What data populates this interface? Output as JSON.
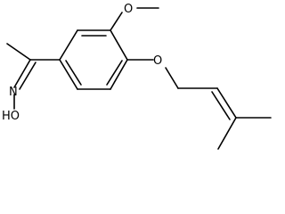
{
  "molecule": {
    "atoms": {
      "O_methoxy": "O",
      "O_ether": "O",
      "N_oxime": "N",
      "HO_oxime": "HO"
    }
  },
  "colors": {
    "bond": "#000000",
    "label": "#000000",
    "background": "#ffffff"
  }
}
